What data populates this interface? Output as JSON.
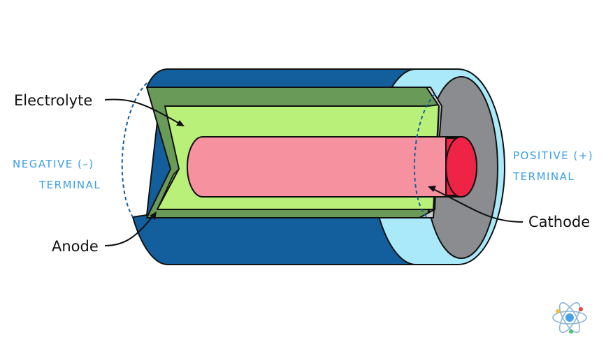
{
  "labels": {
    "electrolyte": "Electrolyte",
    "anode": "Anode",
    "cathode": "Cathode",
    "negative_line1": "NEGATIVE (–)",
    "negative_line2": "TERMINAL",
    "positive_line1": "POSITIVE (+)",
    "positive_line2": "TERMINAL"
  },
  "colors": {
    "casing": "#135f9d",
    "casing_end": "#a9e9f9",
    "anode": "#6a9a57",
    "electrolyte": "#b8f07a",
    "cathode": "#f6919f",
    "cathode_tip": "#ee2346",
    "terminal_cap": "#8b8c8f",
    "terminal_text": "#3a9ee4"
  },
  "logo": {
    "icon": "atom-icon"
  }
}
